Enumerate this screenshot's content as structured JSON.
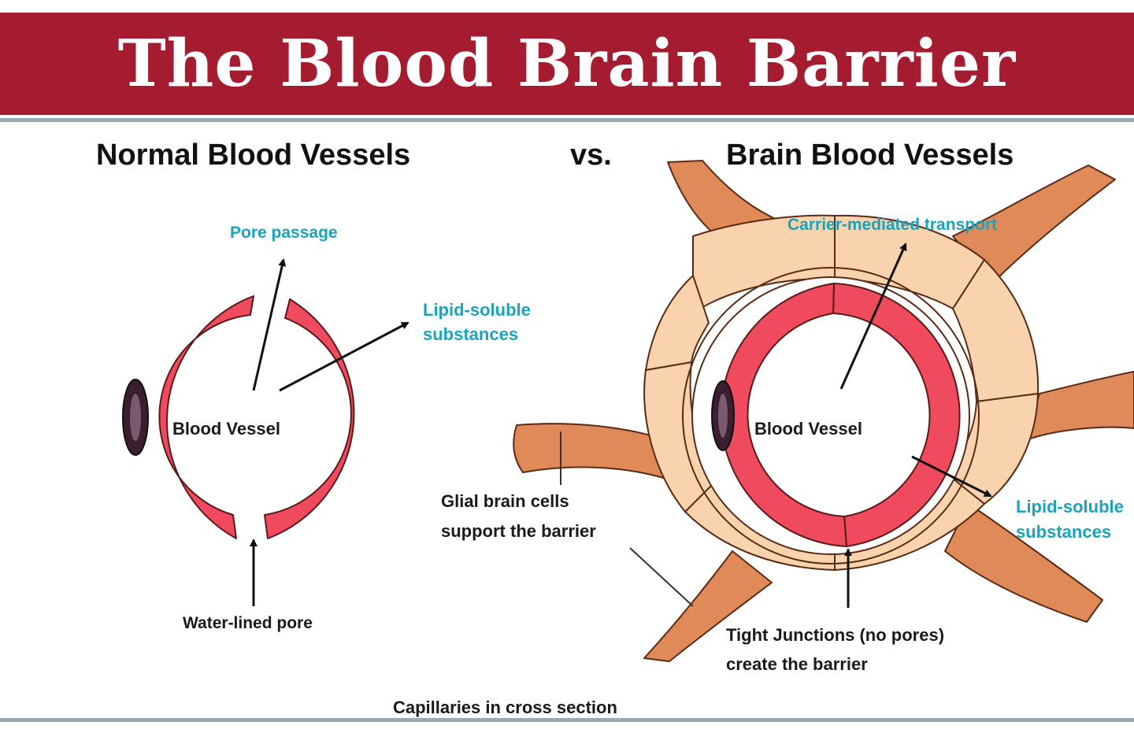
{
  "title": "The Blood Brain Barrier",
  "headings": {
    "left": "Normal Blood Vessels",
    "vs": "vs.",
    "right": "Brain Blood Vessels"
  },
  "normal": {
    "pore_passage": "Pore passage",
    "lipid_line1": "Lipid-soluble",
    "lipid_line2": "substances",
    "vessel_label": "Blood Vessel",
    "water_pore": "Water-lined pore"
  },
  "brain": {
    "carrier": "Carrier-mediated transport",
    "vessel_label": "Blood Vessel",
    "glial_line1": "Glial brain cells",
    "glial_line2": "support the barrier",
    "lipid_line1": "Lipid-soluble",
    "lipid_line2": "substances",
    "tight_line1": "Tight Junctions (no pores)",
    "tight_line2": "create the barrier"
  },
  "caption": "Capillaries in cross section",
  "colors": {
    "banner": "#a51c30",
    "vessel_wall": "#ef4a5e",
    "glial_dark": "#e08a5a",
    "glial_light": "#f8d3ae",
    "label_cyan": "#1aa3bd",
    "label_dark": "#1a1a1a"
  }
}
